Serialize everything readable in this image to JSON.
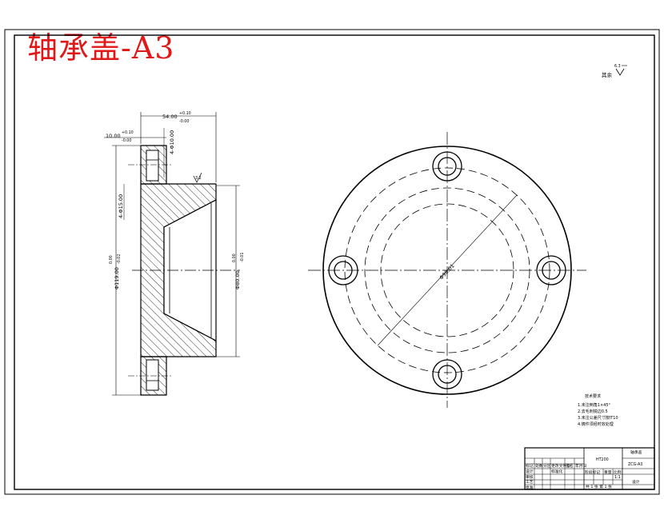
{
  "drawing": {
    "title": "轴承盖-A3",
    "accent_color": "#e01818",
    "surface_note": {
      "text": "其余",
      "roughness": "6.3"
    }
  },
  "section_view": {
    "dimensions": {
      "width_total": "54.00",
      "width_total_tol_upper": "+0.10",
      "width_total_tol_lower": "-0.00",
      "flange_thickness": "10.00",
      "flange_thickness_tol_upper": "+0.10",
      "flange_thickness_tol_lower": "-0.00",
      "bolt_hole": "4-Φ10.00",
      "counterbore": "4-Φ15.00",
      "outer_diameter": "Φ119.00",
      "outer_diameter_tol_upper": "0.00",
      "outer_diameter_tol_lower": "-0.02",
      "spigot_diameter": "Φ80.00",
      "spigot_diameter_tol_upper": "0.00",
      "spigot_diameter_tol_lower": "-0.01",
      "roughness_mark": "3.2"
    }
  },
  "plan_view": {
    "pcd_label": "Φ98.01"
  },
  "technical_requirements": {
    "heading": "技术要求",
    "items": [
      "1.未注倒角1×45°",
      "2.去毛刺锐边0.5",
      "3.未注公差尺寸按IT10",
      "4.铸件须经时效处理"
    ]
  },
  "title_block": {
    "material": "HT200",
    "part_name": "轴承盖",
    "drawing_no": "ZCG-A3",
    "scale": "1:1",
    "sheet": "共 1 张 第 1 张",
    "org": "设计",
    "labels": [
      "标记",
      "处数",
      "分区",
      "更改文件号",
      "签名",
      "年月日",
      "设计",
      "标准化",
      "审核",
      "工艺",
      "批准",
      "阶段标记",
      "重量",
      "比例"
    ]
  }
}
